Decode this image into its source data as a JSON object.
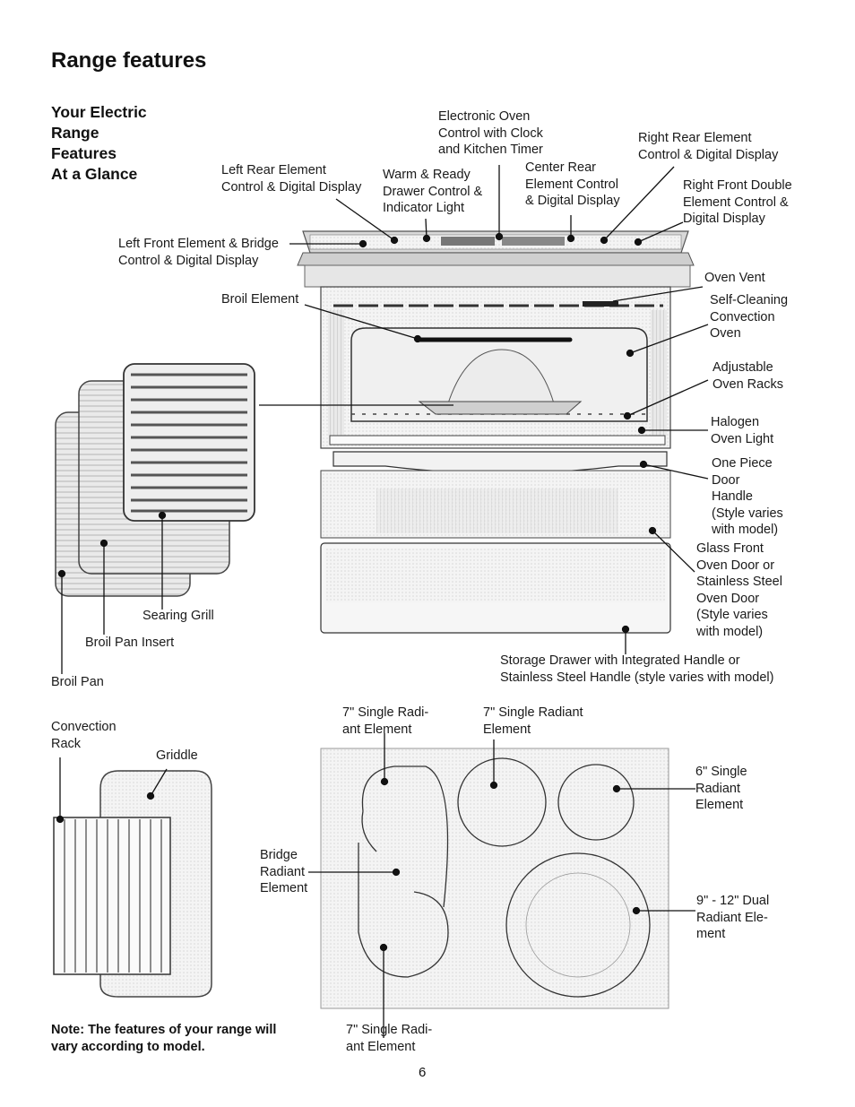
{
  "page": {
    "title": "Range features",
    "subtitle": "Your Electric\nRange\nFeatures\nAt a Glance",
    "note": "Note: The features of your range will\nvary according to model.",
    "page_number": "6"
  },
  "range_labels": {
    "electronic_oven": "Electronic Oven\nControl with Clock\nand Kitchen Timer",
    "right_rear": "Right Rear Element\nControl & Digital Display",
    "left_rear": "Left  Rear Element\nControl & Digital Display",
    "warm_ready": "Warm & Ready\nDrawer Control &\nIndicator Light",
    "center_rear": "Center Rear\nElement Control\n& Digital Display",
    "right_front": "Right Front Double\nElement Control &\nDigital Display",
    "left_front": "Left Front Element & Bridge\nControl & Digital Display",
    "oven_vent": "Oven Vent",
    "broil_element": "Broil Element",
    "self_cleaning": "Self-Cleaning\nConvection\nOven",
    "adjustable_racks": "Adjustable\nOven Racks",
    "halogen_light": "Halogen\nOven Light",
    "door_handle": "One Piece\nDoor\nHandle\n(Style varies\nwith model)",
    "glass_door": "Glass Front\nOven Door or\nStainless Steel\nOven Door\n(Style varies\nwith model)",
    "storage_drawer": "Storage Drawer with Integrated Handle or\nStainless Steel Handle (style varies with model)",
    "searing_grill": "Searing Grill",
    "broil_pan_insert": "Broil Pan Insert",
    "broil_pan": "Broil Pan"
  },
  "accessory_labels": {
    "convection_rack": "Convection\nRack",
    "griddle": "Griddle"
  },
  "cooktop_labels": {
    "single_7_left": "7\" Single Radi-\nant Element",
    "single_7_right": "7\" Single Radiant\nElement",
    "single_6": "6\" Single\nRadiant\nElement",
    "bridge": "Bridge\nRadiant\nElement",
    "dual_9_12": "9\" - 12\"  Dual\nRadiant Ele-\nment",
    "single_7_bottom": "7\" Single Radi-\nant Element"
  }
}
